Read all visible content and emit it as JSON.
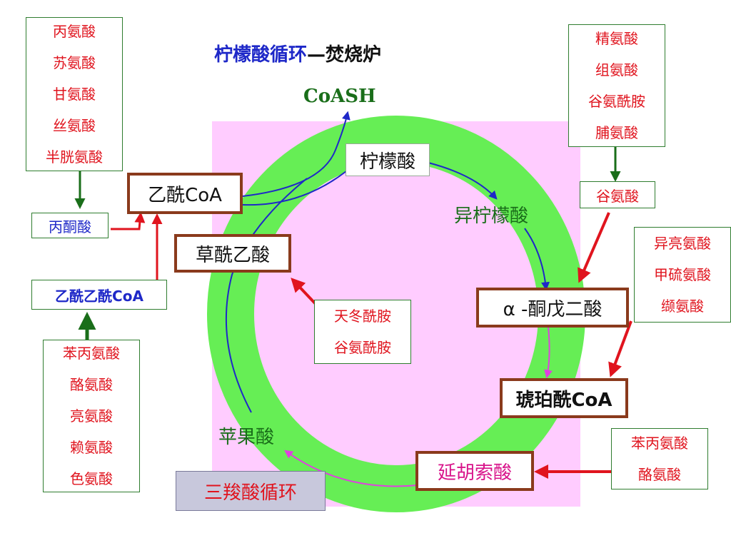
{
  "title": {
    "main": "柠檬酸循环",
    "dash": "—",
    "sub": "焚烧炉"
  },
  "coash": "CoASH",
  "cycle": {
    "citrate": "柠檬酸",
    "isocitrate": "异柠檬酸",
    "akg": "α -酮戊二酸",
    "succinyl_coa": "琥珀酰CoA",
    "fumarate": "延胡索酸",
    "malate": "苹果酸",
    "oxaloacetate": "草酰乙酸",
    "acetyl_coa": "乙酰CoA",
    "cycle_name": "三羧酸循环"
  },
  "left_top_aas": [
    "丙氨酸",
    "苏氨酸",
    "甘氨酸",
    "丝氨酸",
    "半胱氨酸"
  ],
  "pyruvate": "丙酮酸",
  "acetoacetyl": "乙酰乙酰CoA",
  "left_bottom_aas": [
    "苯丙氨酸",
    "酪氨酸",
    "亮氨酸",
    "赖氨酸",
    "色氨酸"
  ],
  "right_top_aas": [
    "精氨酸",
    "组氨酸",
    "谷氨酰胺",
    "脯氨酸"
  ],
  "glutamate": "谷氨酸",
  "right_mid_aas": [
    "异亮氨酸",
    "甲硫氨酸",
    "缬氨酸"
  ],
  "center_aas": [
    "天冬酰胺",
    "谷氨酰胺"
  ],
  "right_bottom_aas": [
    "苯丙氨酸",
    "酪氨酸"
  ],
  "colors": {
    "ring": "#66ee55",
    "background": "#ffccff",
    "arrow_red": "#e0141e",
    "arrow_green": "#1a6e1a",
    "flow_blue": "#1e28c8",
    "flow_magenta": "#e040e0",
    "box_brown": "#8a3a1c"
  }
}
